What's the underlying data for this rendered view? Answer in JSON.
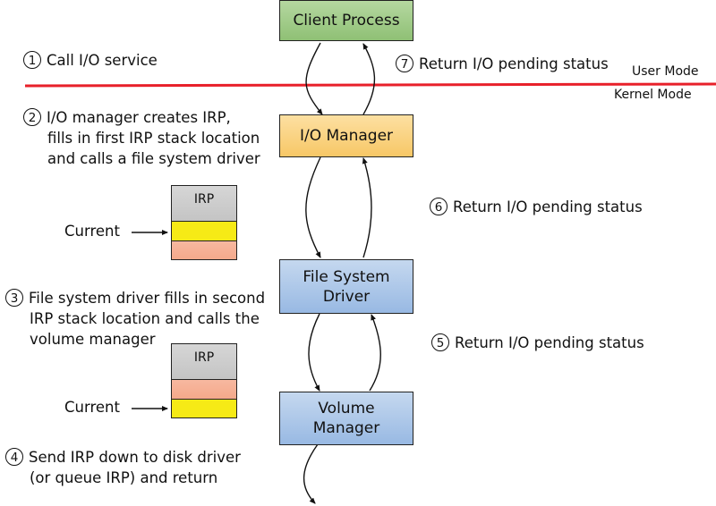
{
  "modes": {
    "user": "User Mode",
    "kernel": "Kernel Mode",
    "divider_color": "#e8202a"
  },
  "components": {
    "client_process": "Client Process",
    "io_manager": "I/O Manager",
    "file_system_driver": [
      "File System",
      "Driver"
    ],
    "volume_manager": [
      "Volume",
      "Manager"
    ]
  },
  "steps": [
    {
      "num": "1",
      "lines": [
        "Call I/O service"
      ]
    },
    {
      "num": "2",
      "lines": [
        "I/O manager creates IRP,",
        "fills in first IRP stack location",
        "and calls a file system driver"
      ]
    },
    {
      "num": "3",
      "lines": [
        "File system driver fills in second",
        "IRP stack location and calls the",
        "volume manager"
      ]
    },
    {
      "num": "4",
      "lines": [
        "Send IRP down to disk driver",
        "(or queue IRP) and return"
      ]
    },
    {
      "num": "5",
      "lines": [
        "Return I/O pending status"
      ]
    },
    {
      "num": "6",
      "lines": [
        "Return I/O pending status"
      ]
    },
    {
      "num": "7",
      "lines": [
        "Return I/O pending status"
      ]
    }
  ],
  "irp_stacks": [
    {
      "header": "IRP",
      "current_label": "Current",
      "slots": [
        "yellow",
        "salmon"
      ],
      "current_index": 0
    },
    {
      "header": "IRP",
      "current_label": "Current",
      "slots": [
        "salmon",
        "yellow"
      ],
      "current_index": 1
    }
  ],
  "colors": {
    "client_process": "#a3cc8a",
    "io_manager": "#fad27f",
    "driver": "#adc8ea",
    "irp_header": "#cccccc",
    "irp_current": "#f6ea16",
    "irp_other": "#f5ae92"
  }
}
